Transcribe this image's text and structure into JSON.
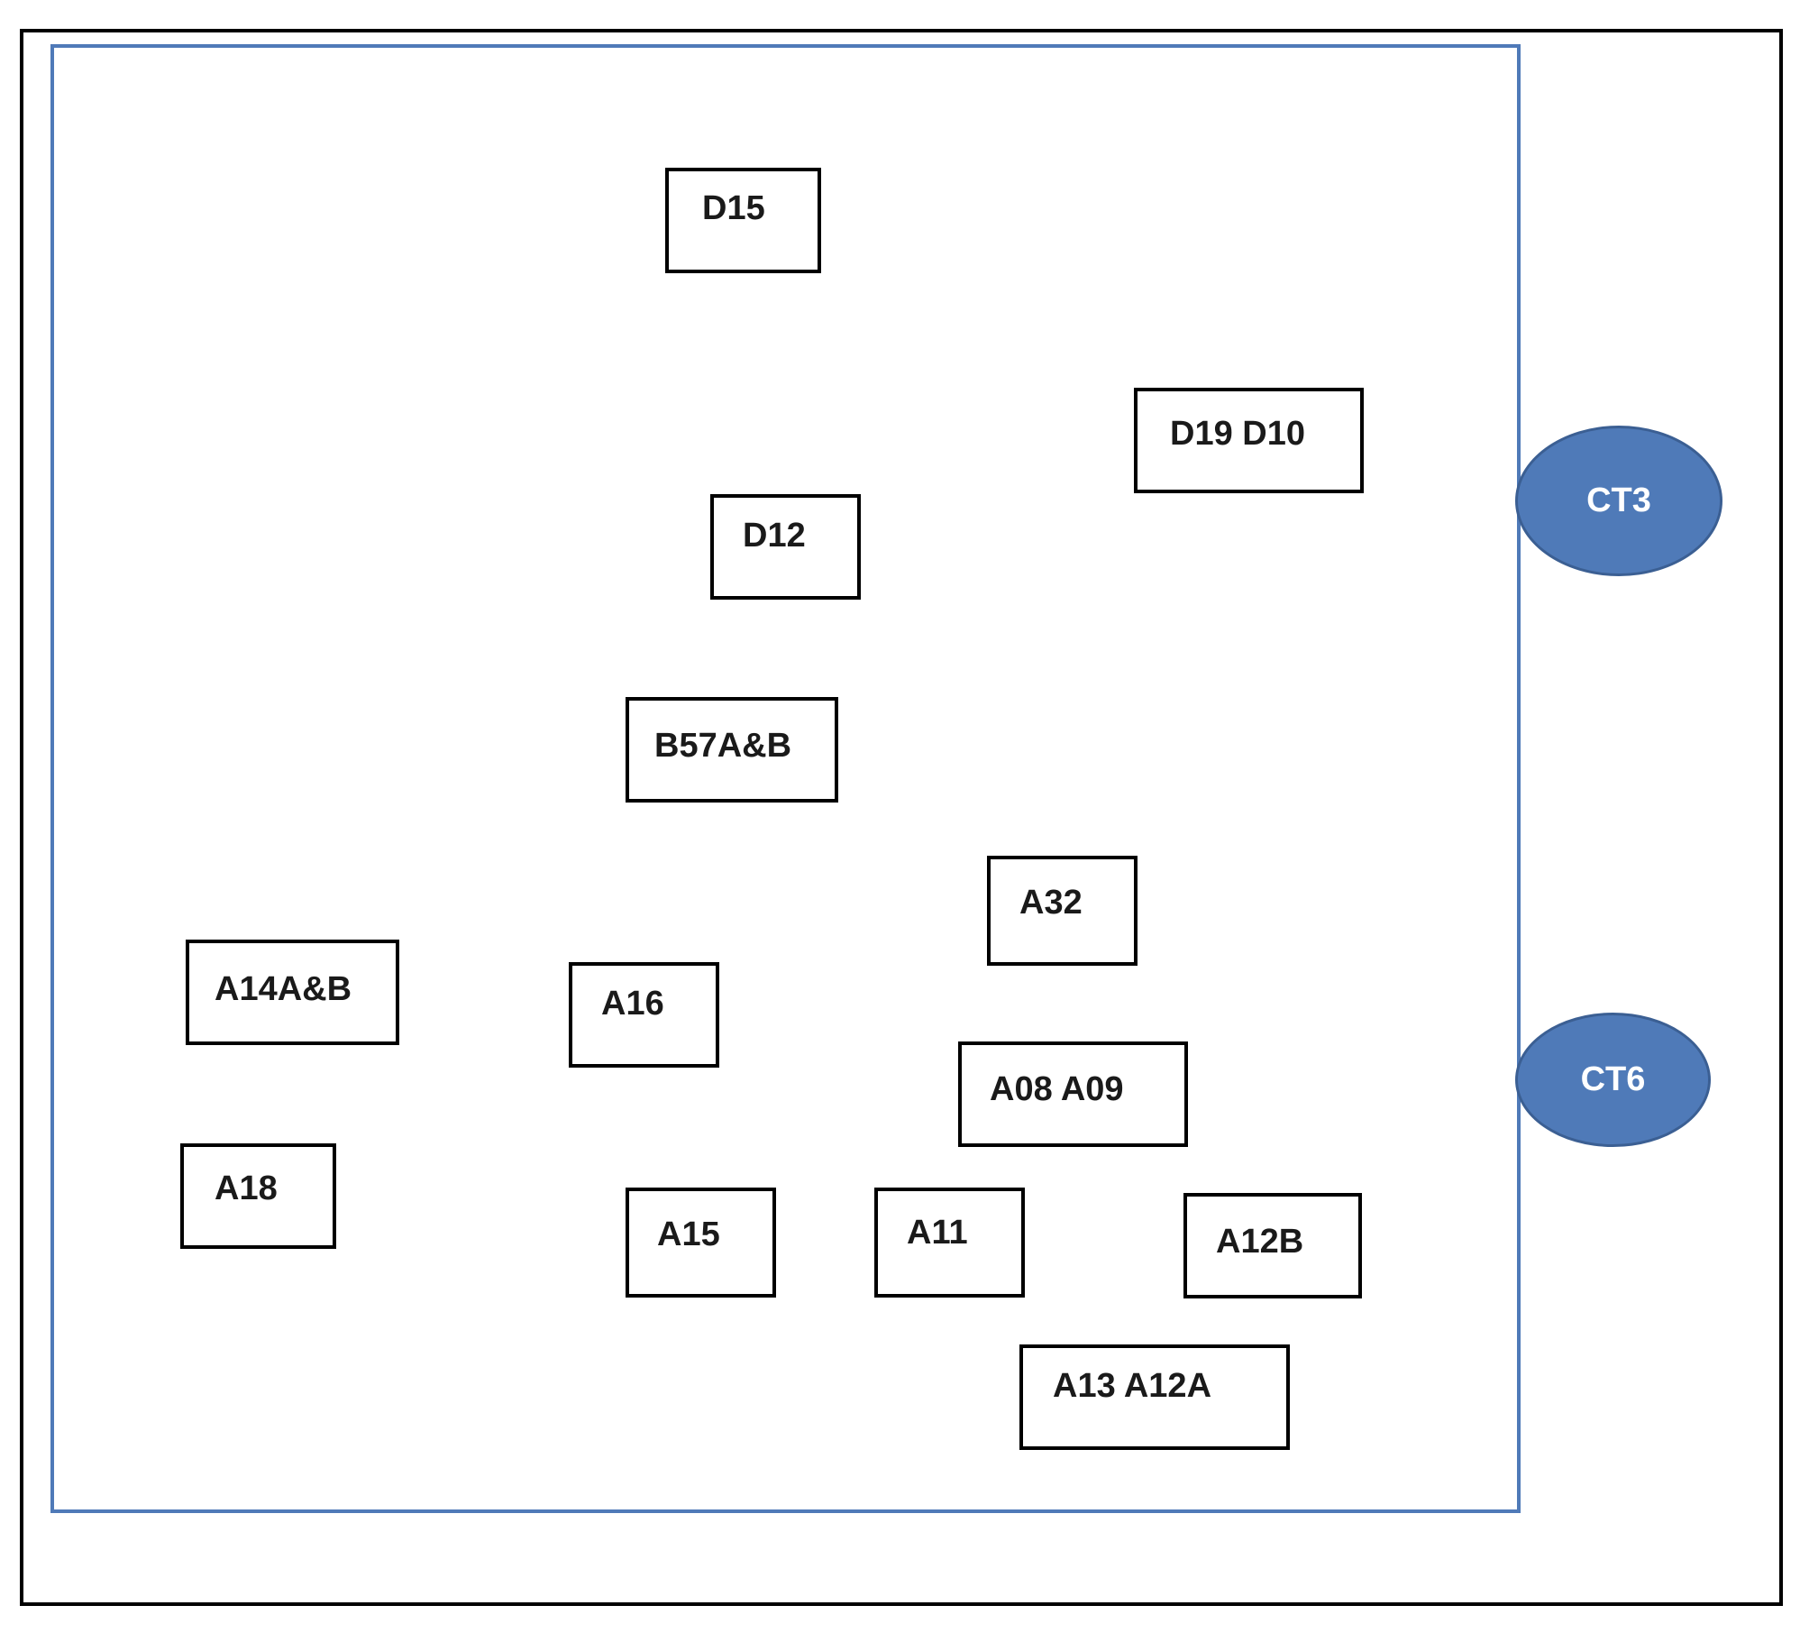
{
  "colors": {
    "frame": "#000000",
    "room_border": "#4f7ab8",
    "ellipse_fill": "#4f7ab8",
    "ellipse_text": "#ffffff",
    "box_border": "#000000"
  },
  "boxes": {
    "d15": "D15",
    "d19_d10": "D19 D10",
    "d12": "D12",
    "b57": "B57A&B",
    "a32": "A32",
    "a14": "A14A&B",
    "a16": "A16",
    "a08_a09": "A08 A09",
    "a18": "A18",
    "a15": "A15",
    "a11": "A11",
    "a12b": "A12B",
    "a13_a12a": "A13 A12A"
  },
  "ellipses": {
    "ct3": "CT3",
    "ct6": "CT6"
  }
}
